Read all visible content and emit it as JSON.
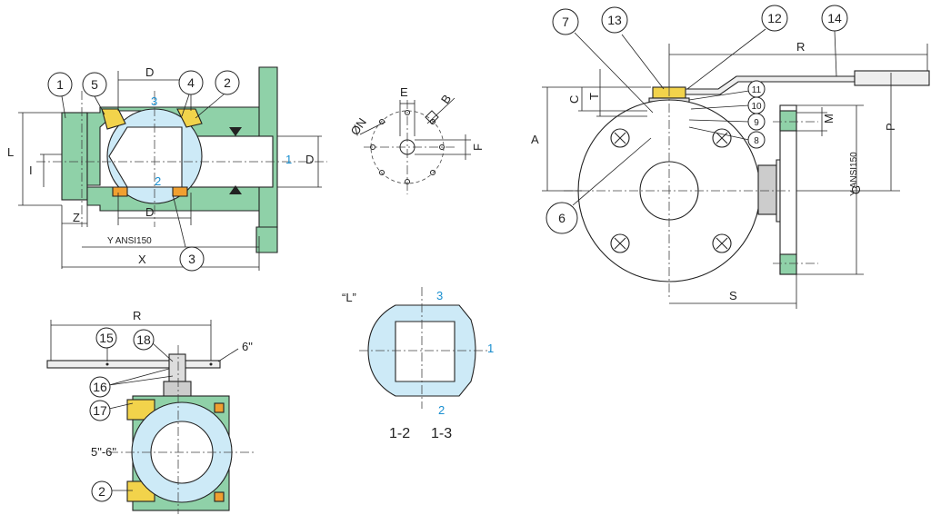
{
  "callouts": {
    "c1": "1",
    "c2": "2",
    "c3": "3",
    "c4": "4",
    "c5": "5",
    "c6": "6",
    "c7": "7",
    "c8": "8",
    "c9": "9",
    "c10": "10",
    "c11": "11",
    "c12": "12",
    "c13": "13",
    "c14": "14",
    "c15": "15",
    "c16": "16",
    "c17": "17",
    "c18": "18",
    "c2b": "2"
  },
  "dims": {
    "D": "D",
    "L": "L",
    "I": "I",
    "Z": "Z",
    "X": "X",
    "Y_ansi": "Y ANSI150",
    "E": "E",
    "B": "B",
    "N": "ØN",
    "F": "F",
    "R": "R",
    "C": "C",
    "T": "T",
    "A": "A",
    "M": "M",
    "P": "P",
    "G": "G",
    "S": "S",
    "Y_ansi_v": "Y ANSI150",
    "size_6": "6\"",
    "size_5_6": "5\"-6\""
  },
  "ports": {
    "p1": "1",
    "p2": "2",
    "p3": "3",
    "l1": "1",
    "l2": "2",
    "l3": "3"
  },
  "l_port": {
    "title": "“L”",
    "caption_a": "1-2",
    "caption_b": "1-3"
  },
  "colors": {
    "body": "#8fd1a8",
    "seat": "#f2d34b",
    "ball": "#cdeaf7",
    "gland": "#f0a030",
    "port_label": "#1a8fd0"
  }
}
